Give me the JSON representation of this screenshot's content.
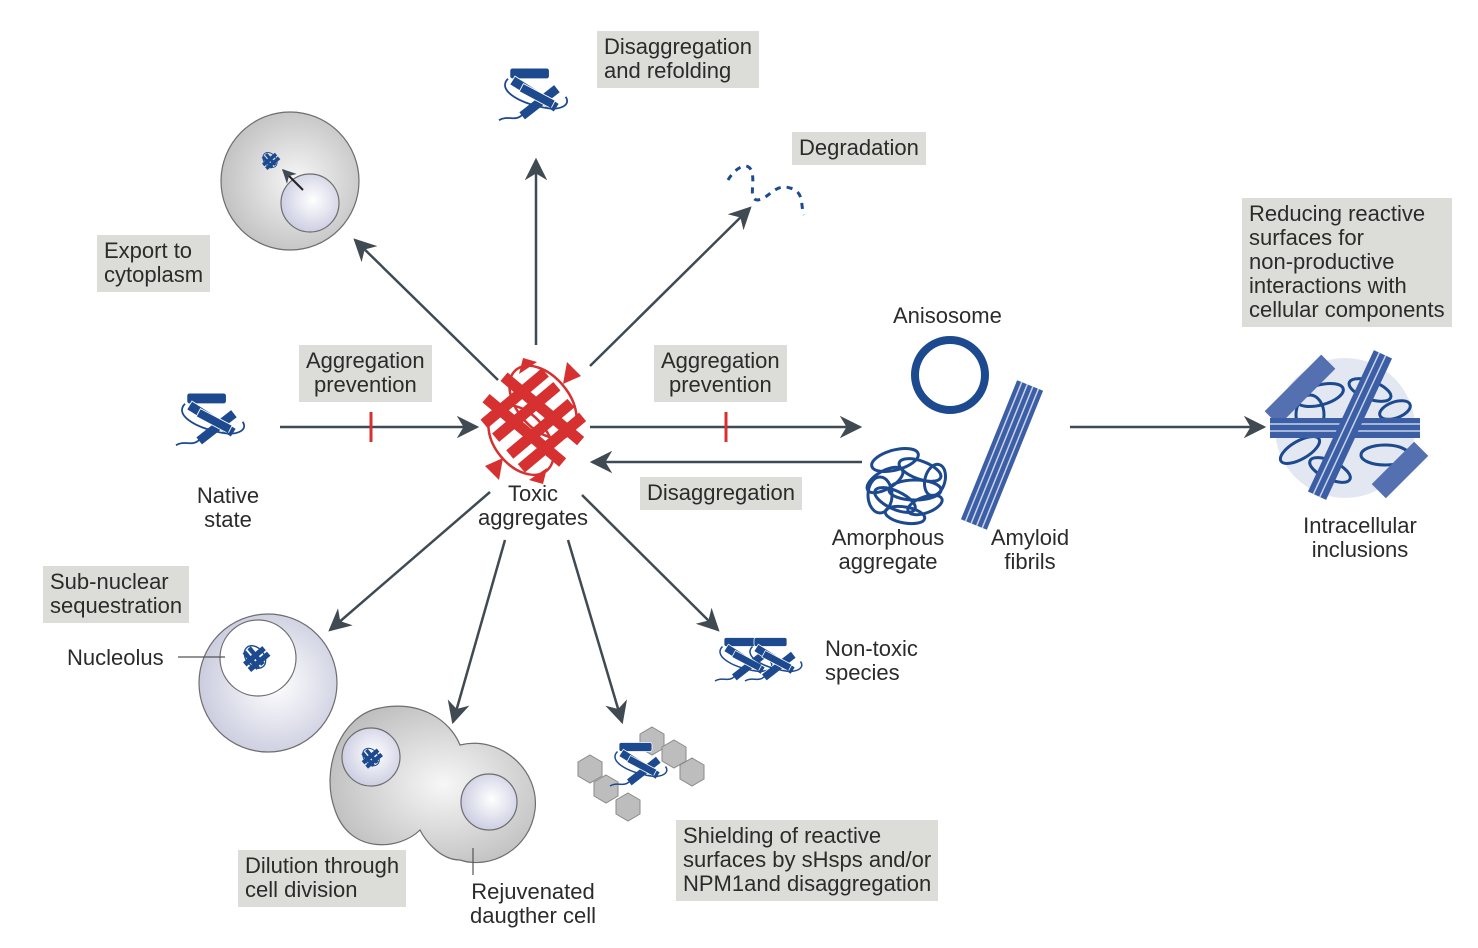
{
  "diagram": {
    "title": "Fates of toxic protein aggregates",
    "colors": {
      "toxic": "#d63030",
      "protein": "#1d4a8f",
      "arrow": "#3f4a52",
      "inhibit": "#d63030",
      "label_box": "#dcdcd8",
      "cell": "#cfcfcf",
      "nucleus": "#e4e6f2",
      "hexagon": "#bdbdbd"
    },
    "center": {
      "label": "Toxic\naggregates",
      "line1": "Toxic",
      "line2": "aggregates",
      "icon": "toxic-aggregate-icon"
    },
    "native": {
      "line1": "Native",
      "line2": "state",
      "icon": "native-protein-icon"
    },
    "boxes": {
      "export": {
        "line1": "Export to",
        "line2": "cytoplasm"
      },
      "refolding": {
        "line1": "Disaggregation",
        "line2": "and refolding"
      },
      "degradation": {
        "line1": "Degradation"
      },
      "agg_prev_left": {
        "line1": "Aggregation",
        "line2": "prevention"
      },
      "agg_prev_right": {
        "line1": "Aggregation",
        "line2": "prevention"
      },
      "disaggregation": {
        "line1": "Disaggregation"
      },
      "reducing": {
        "line1": "Reducing reactive",
        "line2": "surfaces for",
        "line3": "non-productive",
        "line4": "interactions with",
        "line5": "cellular components"
      },
      "subnuclear": {
        "line1": "Sub-nuclear",
        "line2": "sequestration"
      },
      "dilution": {
        "line1": "Dilution through",
        "line2": "cell division"
      },
      "shielding": {
        "line1": "Shielding of reactive",
        "line2": "surfaces by sHsps and/or",
        "line3": "NPM1and disaggregation"
      }
    },
    "labels": {
      "anisosome": "Anisosome",
      "amorphous": {
        "line1": "Amorphous",
        "line2": "aggregate"
      },
      "amyloid": {
        "line1": "Amyloid",
        "line2": "fibrils"
      },
      "inclusions": {
        "line1": "Intracellular",
        "line2": "inclusions"
      },
      "nucleolus": "Nucleolus",
      "rejuvenated": {
        "line1": "Rejuvenated",
        "line2": "daugther cell"
      },
      "nontoxic": {
        "line1": "Non-toxic",
        "line2": "species"
      }
    }
  }
}
